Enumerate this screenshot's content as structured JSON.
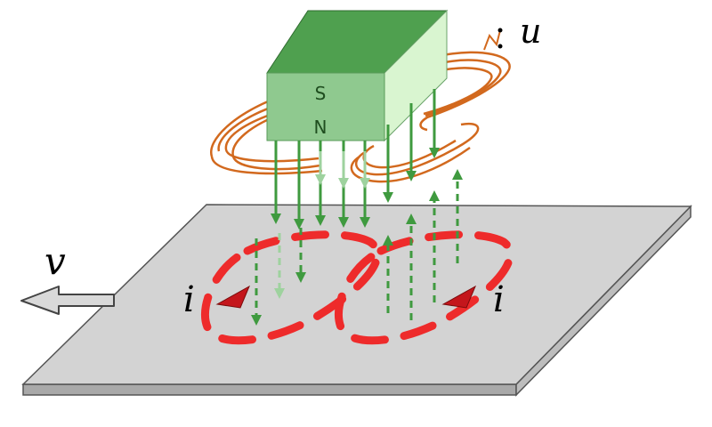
{
  "labels": {
    "velocity": "v",
    "voltage": "u",
    "current_left": "i",
    "current_right": "i",
    "pole_south": "S",
    "pole_north": "N"
  },
  "colors": {
    "magnet_front": "#8fc98f",
    "magnet_top": "#4fa04f",
    "magnet_side": "#d9f5d0",
    "coil": "#d2691e",
    "field_lines": "#3f9a3f",
    "eddy_current": "#ee2b2b",
    "plate_top": "#d3d3d3",
    "plate_edge": "#a9a9a9",
    "arrow_fill": "#d9d9d9",
    "current_arrow": "#c4161c"
  }
}
